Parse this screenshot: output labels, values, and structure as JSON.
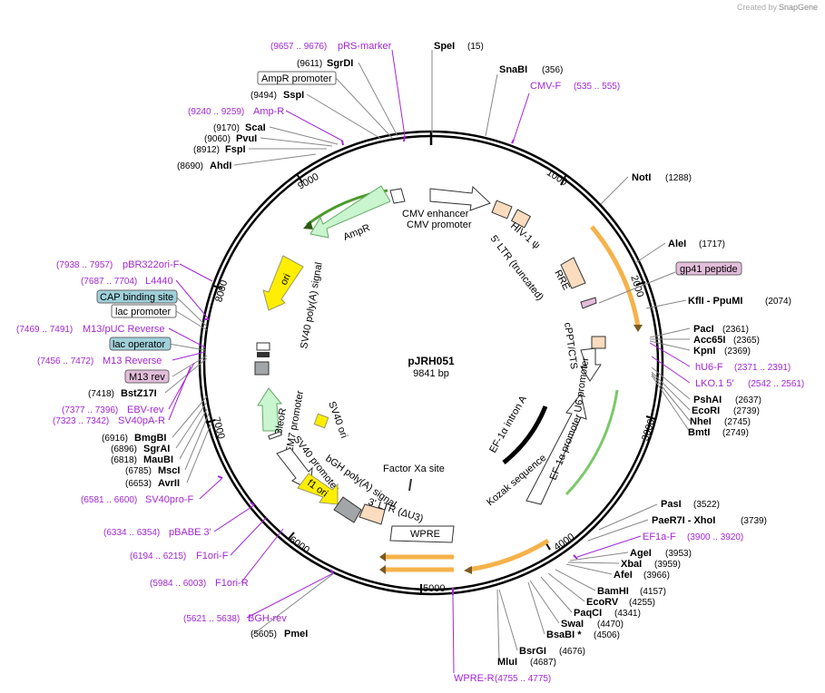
{
  "credit": {
    "text": "Created by",
    "brand": "SnapGene"
  },
  "plasmid": {
    "name": "pJRH051",
    "size": "9841 bp",
    "length": 9841
  },
  "ticks": [
    "1000",
    "2000",
    "3000",
    "4000",
    "5000",
    "6000",
    "7000",
    "8000",
    "9000"
  ],
  "colors": {
    "primer": "#a227d6",
    "backbone": "#000000",
    "feature_peach": "#fbdcbe",
    "feature_green": "#c9f5cf",
    "feature_yellow": "#ffee00",
    "feature_gray": "#a3a6a9",
    "orange_arrow": "#f6b24a",
    "label_teal": "#9fd0da",
    "label_pink": "#e3bdd9"
  },
  "right_labels": [
    {
      "name": "SpeI",
      "pos": "(15)",
      "kind": "site"
    },
    {
      "name": "SnaBI",
      "pos": "(356)",
      "kind": "site"
    },
    {
      "name": "CMV-F",
      "pos": "(535 .. 555)",
      "kind": "primer"
    },
    {
      "name": "NotI",
      "pos": "(1288)",
      "kind": "site"
    },
    {
      "name": "AleI",
      "pos": "(1717)",
      "kind": "site"
    },
    {
      "name": "gp41 peptide",
      "pos": "",
      "kind": "box_pink"
    },
    {
      "name": "KflI  - PpuMI",
      "pos": "(2074)",
      "kind": "site"
    },
    {
      "name": "PacI",
      "pos": "(2361)",
      "kind": "site"
    },
    {
      "name": "Acc65I",
      "pos": "(2365)",
      "kind": "site"
    },
    {
      "name": "KpnI",
      "pos": "(2369)",
      "kind": "site"
    },
    {
      "name": "hU6-F",
      "pos": "(2371 .. 2391)",
      "kind": "primer"
    },
    {
      "name": "LKO.1 5'",
      "pos": "(2542 .. 2561)",
      "kind": "primer"
    },
    {
      "name": "PshAI",
      "pos": "(2637)",
      "kind": "site"
    },
    {
      "name": "EcoRI",
      "pos": "(2739)",
      "kind": "site"
    },
    {
      "name": "NheI",
      "pos": "(2745)",
      "kind": "site"
    },
    {
      "name": "BmtI",
      "pos": "(2749)",
      "kind": "site"
    },
    {
      "name": "PasI",
      "pos": "(3522)",
      "kind": "site"
    },
    {
      "name": "PaeR7I  - XhoI",
      "pos": "(3739)",
      "kind": "site"
    },
    {
      "name": "EF1a-F",
      "pos": "(3900 .. 3920)",
      "kind": "primer"
    },
    {
      "name": "AgeI",
      "pos": "(3953)",
      "kind": "site"
    },
    {
      "name": "XbaI",
      "pos": "(3959)",
      "kind": "site"
    },
    {
      "name": "AfeI",
      "pos": "(3966)",
      "kind": "site"
    },
    {
      "name": "BamHI",
      "pos": "(4157)",
      "kind": "site"
    },
    {
      "name": "EcoRV",
      "pos": "(4255)",
      "kind": "site"
    },
    {
      "name": "PaqCI",
      "pos": "(4341)",
      "kind": "site"
    },
    {
      "name": "SwaI",
      "pos": "(4470)",
      "kind": "site"
    },
    {
      "name": "BsaBI *",
      "pos": "(4506)",
      "kind": "site"
    },
    {
      "name": "BsrGI",
      "pos": "(4676)",
      "kind": "site"
    },
    {
      "name": "MluI",
      "pos": "(4687)",
      "kind": "site"
    },
    {
      "name": "WPRE-R",
      "pos": "(4755 .. 4775)",
      "kind": "primer"
    }
  ],
  "left_labels": [
    {
      "name": "pRS-marker",
      "pos": "(9657 .. 9676)",
      "kind": "primer"
    },
    {
      "name": "SgrDI",
      "pos": "(9611)",
      "kind": "site"
    },
    {
      "name": "AmpR promoter",
      "pos": "",
      "kind": "box_white"
    },
    {
      "name": "SspI",
      "pos": "(9494)",
      "kind": "site"
    },
    {
      "name": "Amp-R",
      "pos": "(9240 .. 9259)",
      "kind": "primer"
    },
    {
      "name": "ScaI",
      "pos": "(9170)",
      "kind": "site"
    },
    {
      "name": "PvuI",
      "pos": "(9060)",
      "kind": "site"
    },
    {
      "name": "FspI",
      "pos": "(8912)",
      "kind": "site"
    },
    {
      "name": "AhdI",
      "pos": "(8690)",
      "kind": "site"
    },
    {
      "name": "pBR322ori-F",
      "pos": "(7938 .. 7957)",
      "kind": "primer"
    },
    {
      "name": "L4440",
      "pos": "(7687 .. 7704)",
      "kind": "primer"
    },
    {
      "name": "CAP binding site",
      "pos": "",
      "kind": "box_teal"
    },
    {
      "name": "lac promoter",
      "pos": "",
      "kind": "box_white"
    },
    {
      "name": "M13/pUC Reverse",
      "pos": "(7469 .. 7491)",
      "kind": "primer"
    },
    {
      "name": "lac operator",
      "pos": "",
      "kind": "box_teal"
    },
    {
      "name": "M13 Reverse",
      "pos": "(7456 .. 7472)",
      "kind": "primer"
    },
    {
      "name": "M13 rev",
      "pos": "",
      "kind": "box_pink"
    },
    {
      "name": "BstZ17I",
      "pos": "(7418)",
      "kind": "site"
    },
    {
      "name": "EBV-rev",
      "pos": "(7377 .. 7396)",
      "kind": "primer"
    },
    {
      "name": "SV40pA-R",
      "pos": "(7323 .. 7342)",
      "kind": "primer"
    },
    {
      "name": "BmgBI",
      "pos": "(6916)",
      "kind": "site"
    },
    {
      "name": "SgrAI",
      "pos": "(6896)",
      "kind": "site"
    },
    {
      "name": "MauBI",
      "pos": "(6818)",
      "kind": "site"
    },
    {
      "name": "MscI",
      "pos": "(6785)",
      "kind": "site"
    },
    {
      "name": "AvrII",
      "pos": "(6653)",
      "kind": "site"
    },
    {
      "name": "SV40pro-F",
      "pos": "(6581 .. 6600)",
      "kind": "primer"
    },
    {
      "name": "pBABE 3'",
      "pos": "(6334 .. 6354)",
      "kind": "primer"
    },
    {
      "name": "F1ori-F",
      "pos": "(6194 .. 6215)",
      "kind": "primer"
    },
    {
      "name": "F1ori-R",
      "pos": "(5984 .. 6003)",
      "kind": "primer"
    },
    {
      "name": "BGH-rev",
      "pos": "(5621 .. 5638)",
      "kind": "primer"
    },
    {
      "name": "PmeI",
      "pos": "(5605)",
      "kind": "site"
    }
  ],
  "inner_features": [
    "CMV enhancer",
    "CMV promoter",
    "HIV-1 ψ",
    "5' LTR (truncated)",
    "RRE",
    "cPPT/CTS",
    "U6 promoter",
    "EF-1α intron A",
    "EF-1α promoter",
    "Kozak sequence",
    "Factor Xa site",
    "WPRE",
    "3' LTR (ΔU3)",
    "bGH poly(A) signal",
    "f1 ori",
    "SV40 promoter",
    "EM7 promoter",
    "BleoR",
    "SV40 ori",
    "SV40 poly(A) signal",
    "ori",
    "AmpR"
  ]
}
